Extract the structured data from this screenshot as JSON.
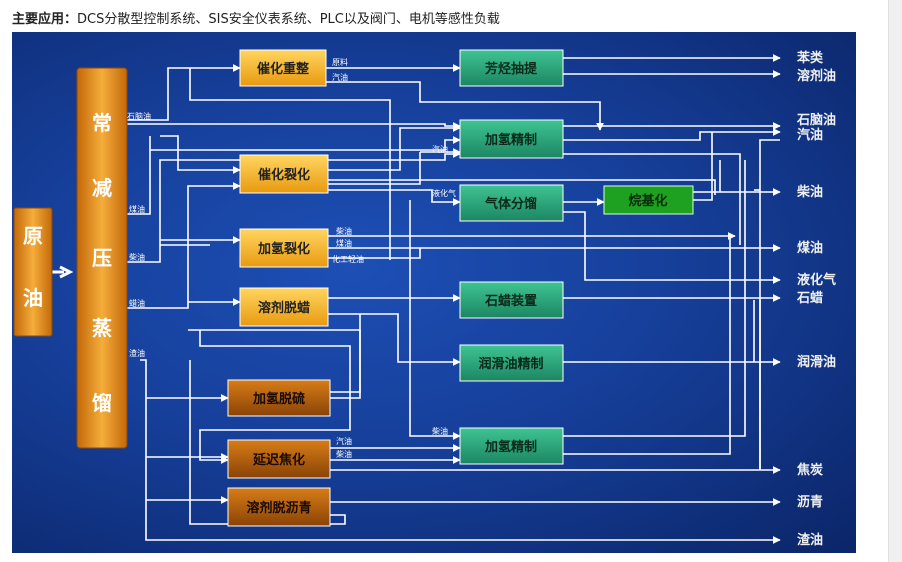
{
  "caption": {
    "label": "主要应用：",
    "text": "DCS分散型控制系统、SIS安全仪表系统、PLC以及阀门、电机等感性负载"
  },
  "diagram": {
    "feed": "原油",
    "column": [
      "常",
      "减",
      "压",
      "蒸",
      "馏"
    ],
    "units_yellow": [
      "催化重整",
      "催化裂化",
      "加氢裂化",
      "溶剂脱蜡"
    ],
    "units_orange": [
      "加氢脱硫",
      "延迟焦化",
      "溶剂脱沥青"
    ],
    "units_green": [
      "芳烃抽提",
      "加氢精制",
      "气体分馏",
      "石蜡装置",
      "润滑油精制",
      "加氢精制"
    ],
    "unit_alkylation": "烷基化",
    "outputs": [
      "苯类",
      "溶剂油",
      "石脑油",
      "汽油",
      "柴油",
      "煤油",
      "液化气",
      "石蜡",
      "润滑油",
      "焦炭",
      "沥青",
      "渣油"
    ],
    "stream_labels": {
      "naphtha": "石脑油",
      "kero": "煤油",
      "diesel": "柴油",
      "wax": "蜡油",
      "residue": "渣油",
      "raffinate": "原料",
      "gasoline": "汽油",
      "lpg": "液化气",
      "chem": "化工轻油"
    }
  },
  "colors": {
    "panel": "#163f9a",
    "yellow_unit": "#f7b21c",
    "orange_unit": "#b8620c",
    "green_unit": "#2aa07a",
    "alkylation": "#1ea020",
    "line": "#ffffff"
  }
}
